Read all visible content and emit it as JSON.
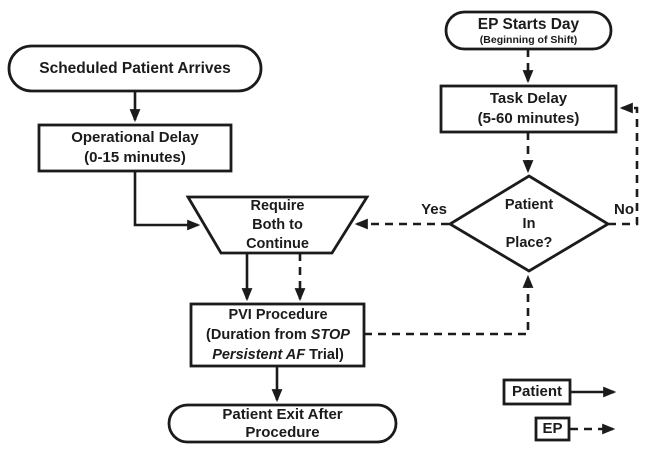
{
  "diagram": {
    "type": "flowchart",
    "colors": {
      "stroke": "#1b1b1b",
      "background": "#ffffff"
    },
    "nodes": {
      "scheduled_patient_arrives": {
        "shape": "terminator",
        "label": "Scheduled Patient Arrives"
      },
      "operational_delay": {
        "shape": "process",
        "line1": "Operational Delay",
        "line2": "(0-15 minutes)"
      },
      "require_both": {
        "shape": "merge-trapezoid",
        "line1": "Require",
        "line2": "Both to",
        "line3": "Continue"
      },
      "pvi_procedure": {
        "shape": "process",
        "line1": "PVI Procedure",
        "line2_regular": "(Duration from ",
        "line2_italic": "STOP",
        "line3_italic": "Persistent AF",
        "line3_regular": " Trial)"
      },
      "patient_exit": {
        "shape": "terminator",
        "line1": "Patient Exit After",
        "line2": "Procedure"
      },
      "ep_starts_day": {
        "shape": "terminator",
        "line1": "EP Starts Day",
        "line2": "(Beginning of Shift)"
      },
      "task_delay": {
        "shape": "process",
        "line1": "Task Delay",
        "line2": "(5-60 minutes)"
      },
      "patient_in_place": {
        "shape": "decision",
        "line1": "Patient",
        "line2": "In",
        "line3": "Place?"
      }
    },
    "edge_labels": {
      "yes": "Yes",
      "no": "No"
    },
    "legend": {
      "patient": {
        "label": "Patient",
        "line_style": "solid"
      },
      "ep": {
        "label": "EP",
        "line_style": "dashed"
      }
    },
    "edges": [
      {
        "from": "scheduled_patient_arrives",
        "to": "operational_delay",
        "actor": "patient",
        "style": "solid"
      },
      {
        "from": "operational_delay",
        "to": "require_both",
        "actor": "patient",
        "style": "solid"
      },
      {
        "from": "require_both",
        "to": "pvi_procedure",
        "actor": "patient",
        "style": "solid"
      },
      {
        "from": "require_both",
        "to": "pvi_procedure",
        "actor": "ep",
        "style": "dashed"
      },
      {
        "from": "pvi_procedure",
        "to": "patient_exit",
        "actor": "patient",
        "style": "solid"
      },
      {
        "from": "ep_starts_day",
        "to": "task_delay",
        "actor": "ep",
        "style": "dashed"
      },
      {
        "from": "task_delay",
        "to": "patient_in_place",
        "actor": "ep",
        "style": "dashed"
      },
      {
        "from": "patient_in_place",
        "to": "require_both",
        "actor": "ep",
        "style": "dashed",
        "label": "Yes"
      },
      {
        "from": "patient_in_place",
        "to": "task_delay",
        "actor": "ep",
        "style": "dashed",
        "label": "No"
      },
      {
        "from": "pvi_procedure",
        "to": "patient_in_place",
        "actor": "ep",
        "style": "dashed"
      }
    ]
  }
}
